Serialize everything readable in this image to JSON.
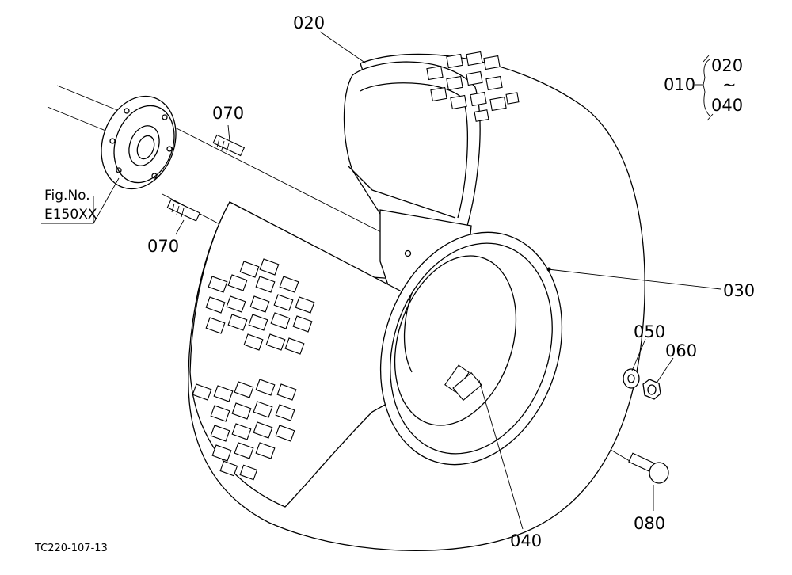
{
  "diagram": {
    "callouts": {
      "p020": "020",
      "p010": "010",
      "p010_range_top": "020",
      "p010_range_tilde": "~",
      "p010_range_bottom": "040",
      "p070_top": "070",
      "p070_bottom": "070",
      "p030": "030",
      "p050": "050",
      "p060": "060",
      "p080": "080",
      "p040": "040"
    },
    "fig_ref": {
      "line1": "Fig.No.",
      "line2": "E150XX"
    },
    "drawing_code": "TC220-107-13"
  }
}
